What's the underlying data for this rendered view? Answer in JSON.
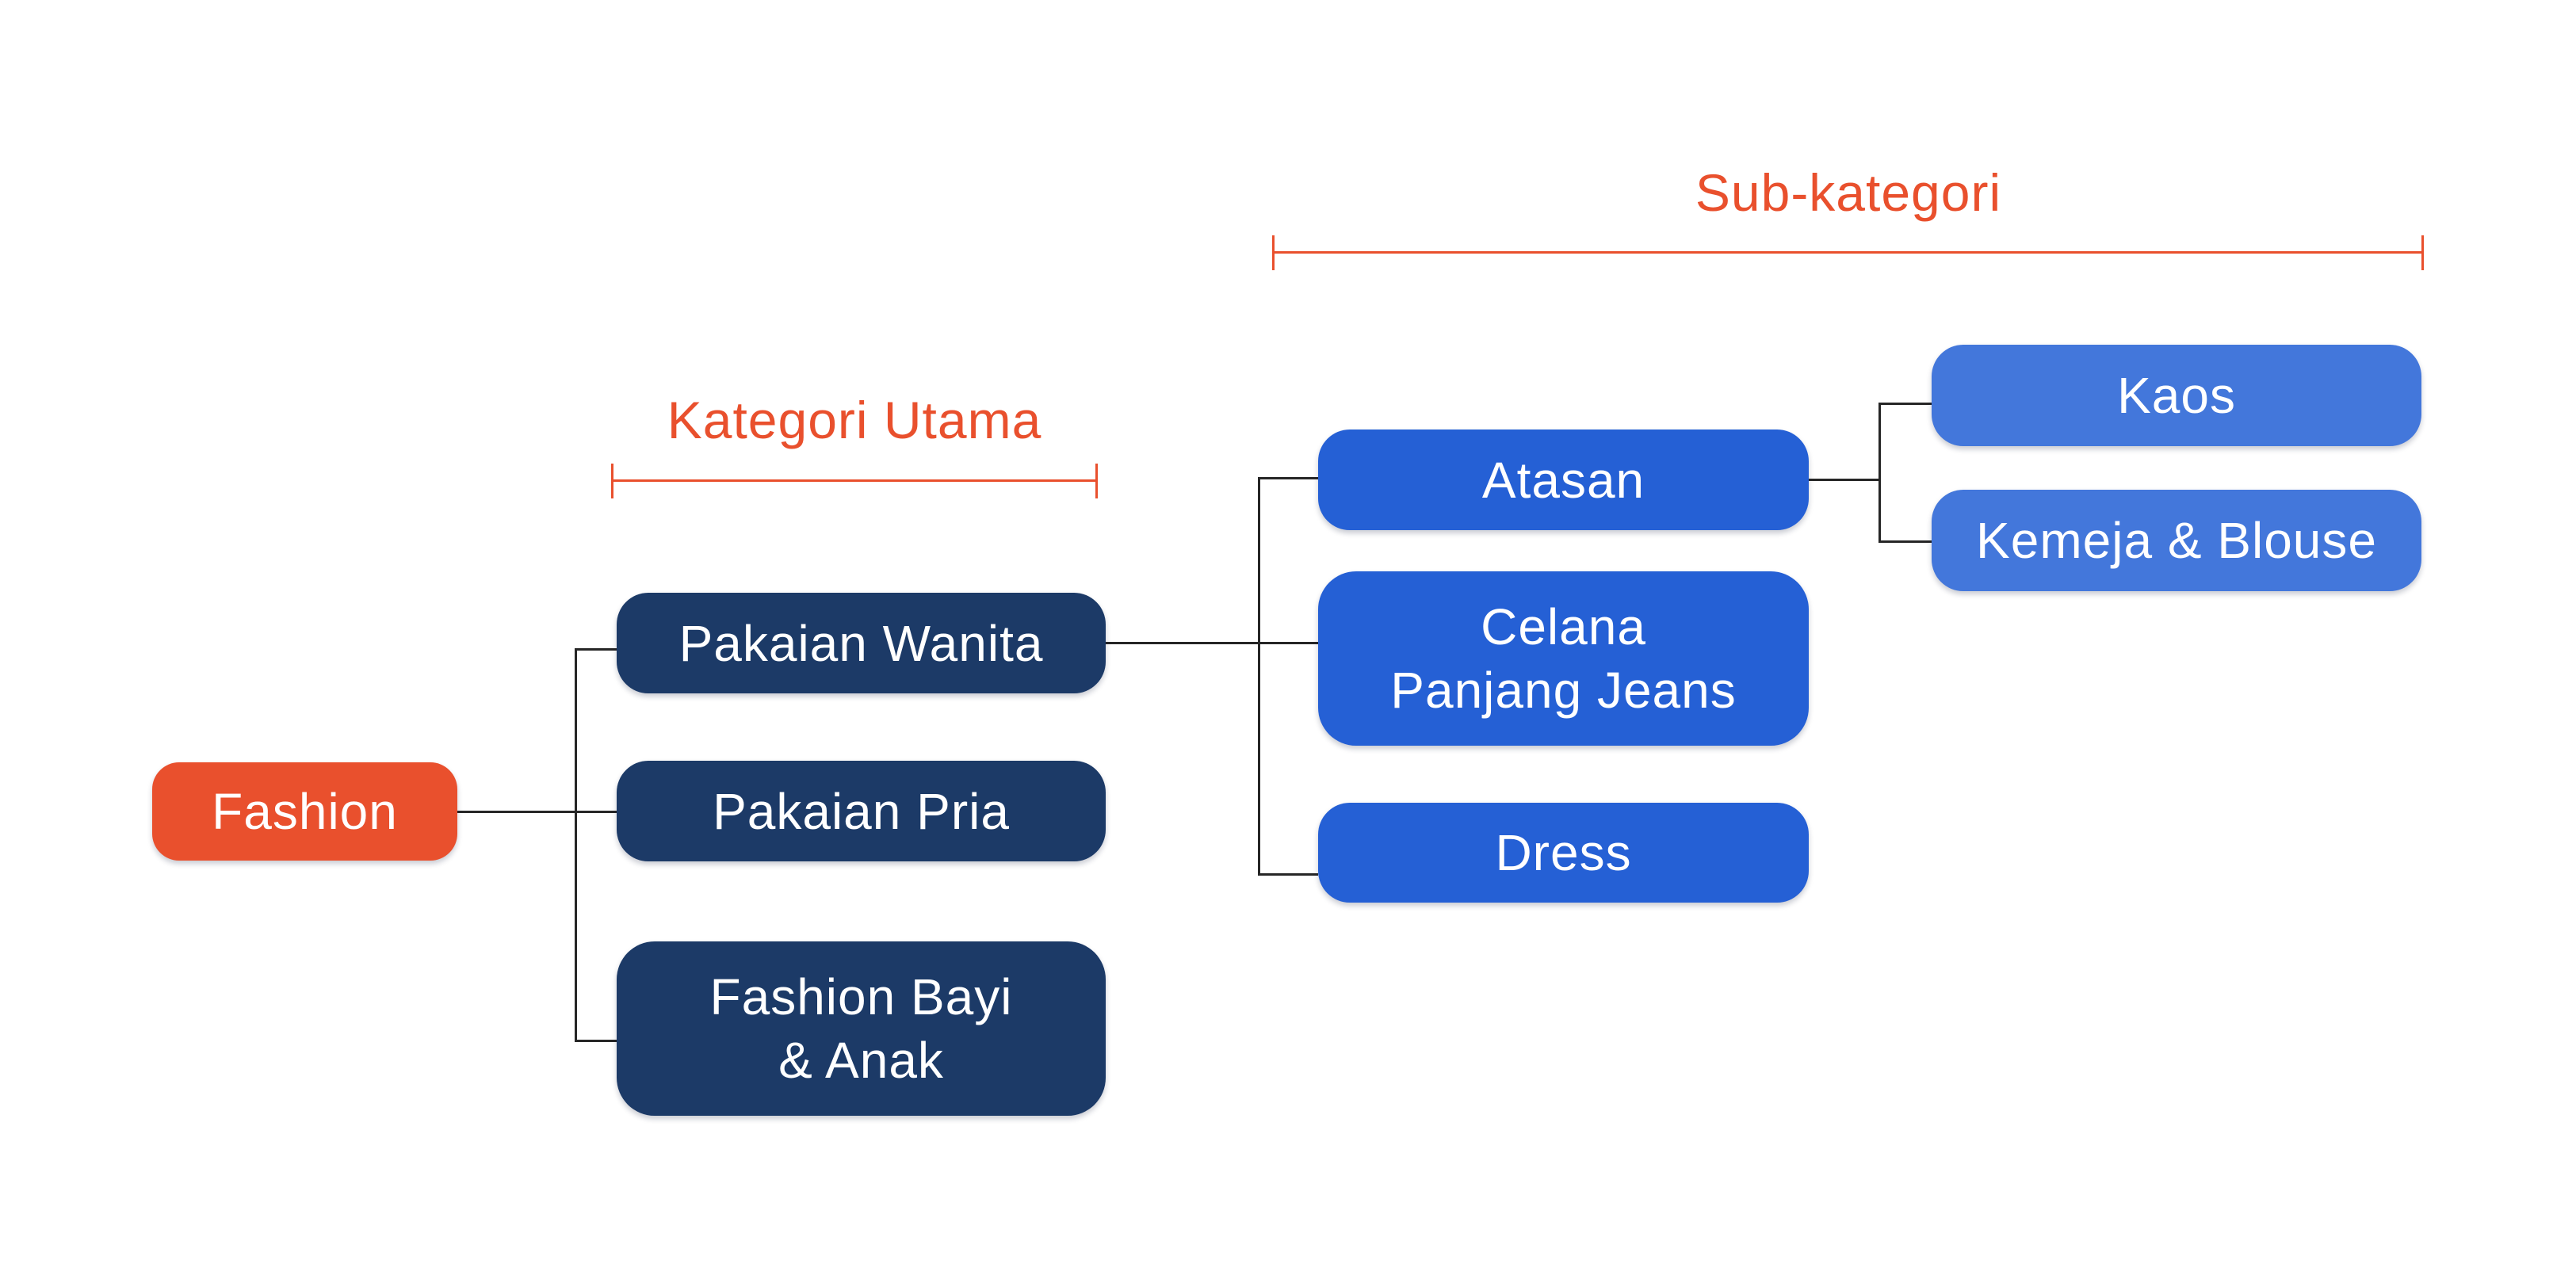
{
  "diagram": {
    "title_implicit": "Fashion category hierarchy",
    "background_color": "#ffffff",
    "connector_color": "#262626",
    "section_labels": {
      "kategori_utama": {
        "text": "Kategori Utama",
        "color": "#E9502D"
      },
      "sub_kategori": {
        "text": "Sub-kategori",
        "color": "#E9502D"
      }
    },
    "nodes": {
      "fashion": {
        "label": "Fashion",
        "level": 0,
        "color": "#E9502D",
        "text_color": "#ffffff"
      },
      "pakaian_wanita": {
        "label": "Pakaian Wanita",
        "level": 1,
        "color": "#1C3A67",
        "text_color": "#ffffff"
      },
      "pakaian_pria": {
        "label": "Pakaian Pria",
        "level": 1,
        "color": "#1C3A67",
        "text_color": "#ffffff"
      },
      "fashion_bayi_anak": {
        "label": "Fashion Bayi\n& Anak",
        "level": 1,
        "color": "#1C3A67",
        "text_color": "#ffffff"
      },
      "atasan": {
        "label": "Atasan",
        "level": 2,
        "color": "#2560D5",
        "text_color": "#ffffff"
      },
      "celana_panjang_jeans": {
        "label": "Celana\nPanjang Jeans",
        "level": 2,
        "color": "#2560D5",
        "text_color": "#ffffff"
      },
      "dress": {
        "label": "Dress",
        "level": 2,
        "color": "#2560D5",
        "text_color": "#ffffff"
      },
      "kaos": {
        "label": "Kaos",
        "level": 3,
        "color": "#4377DB",
        "text_color": "#ffffff"
      },
      "kemeja_blouse": {
        "label": "Kemeja & Blouse",
        "level": 3,
        "color": "#4377DB",
        "text_color": "#ffffff"
      }
    },
    "edges": [
      {
        "from": "fashion",
        "to": "pakaian_wanita"
      },
      {
        "from": "fashion",
        "to": "pakaian_pria"
      },
      {
        "from": "fashion",
        "to": "fashion_bayi_anak"
      },
      {
        "from": "pakaian_wanita",
        "to": "atasan"
      },
      {
        "from": "pakaian_wanita",
        "to": "celana_panjang_jeans"
      },
      {
        "from": "pakaian_wanita",
        "to": "dress"
      },
      {
        "from": "atasan",
        "to": "kaos"
      },
      {
        "from": "atasan",
        "to": "kemeja_blouse"
      }
    ]
  }
}
